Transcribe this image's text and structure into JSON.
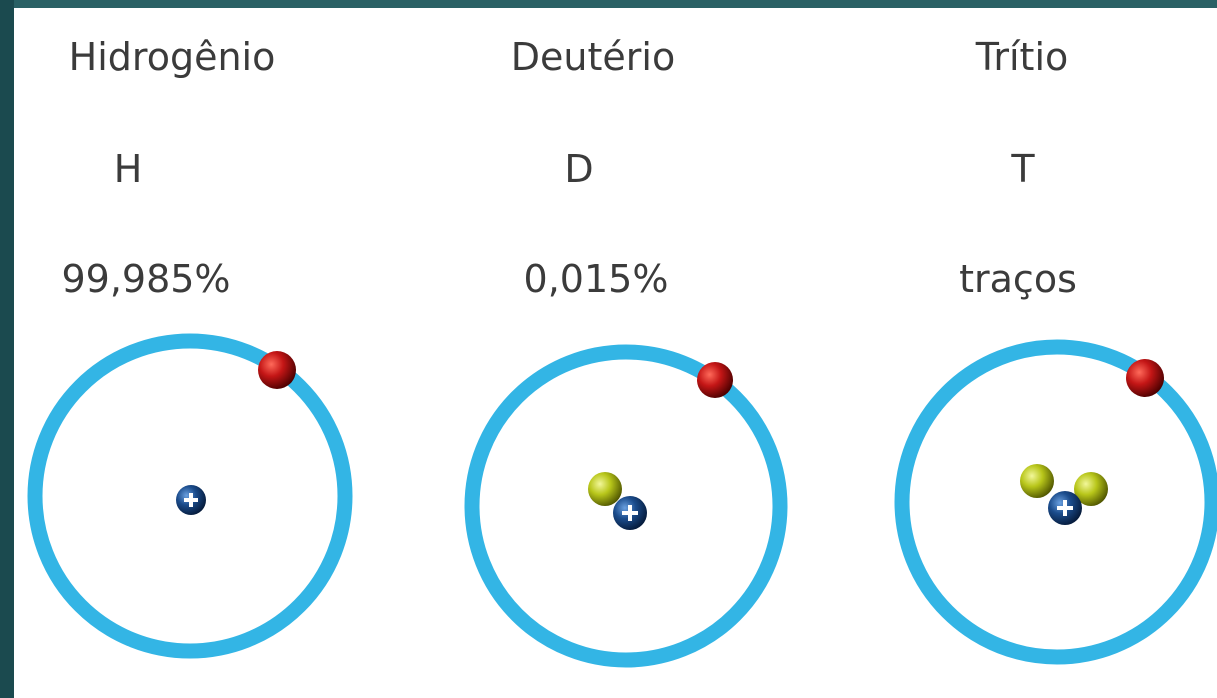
{
  "isotopes": [
    {
      "name": "Hidrogênio",
      "symbol": "H",
      "abundance": "99,985%",
      "protons": 1,
      "neutrons": 0,
      "electrons": 1
    },
    {
      "name": "Deutério",
      "symbol": "D",
      "abundance": "0,015%",
      "protons": 1,
      "neutrons": 1,
      "electrons": 1
    },
    {
      "name": "Trítio",
      "symbol": "T",
      "abundance": "traços",
      "protons": 1,
      "neutrons": 2,
      "electrons": 1
    }
  ],
  "colors": {
    "orbit": "#33b5e5",
    "electron": "#b01010",
    "proton": "#1b4c8c",
    "neutron": "#b8c61a",
    "text": "#3b3b3b",
    "frame": "#1f5257"
  },
  "icons": {
    "electron": "electron-sphere-icon",
    "proton": "proton-plus-icon",
    "neutron": "neutron-sphere-icon"
  }
}
